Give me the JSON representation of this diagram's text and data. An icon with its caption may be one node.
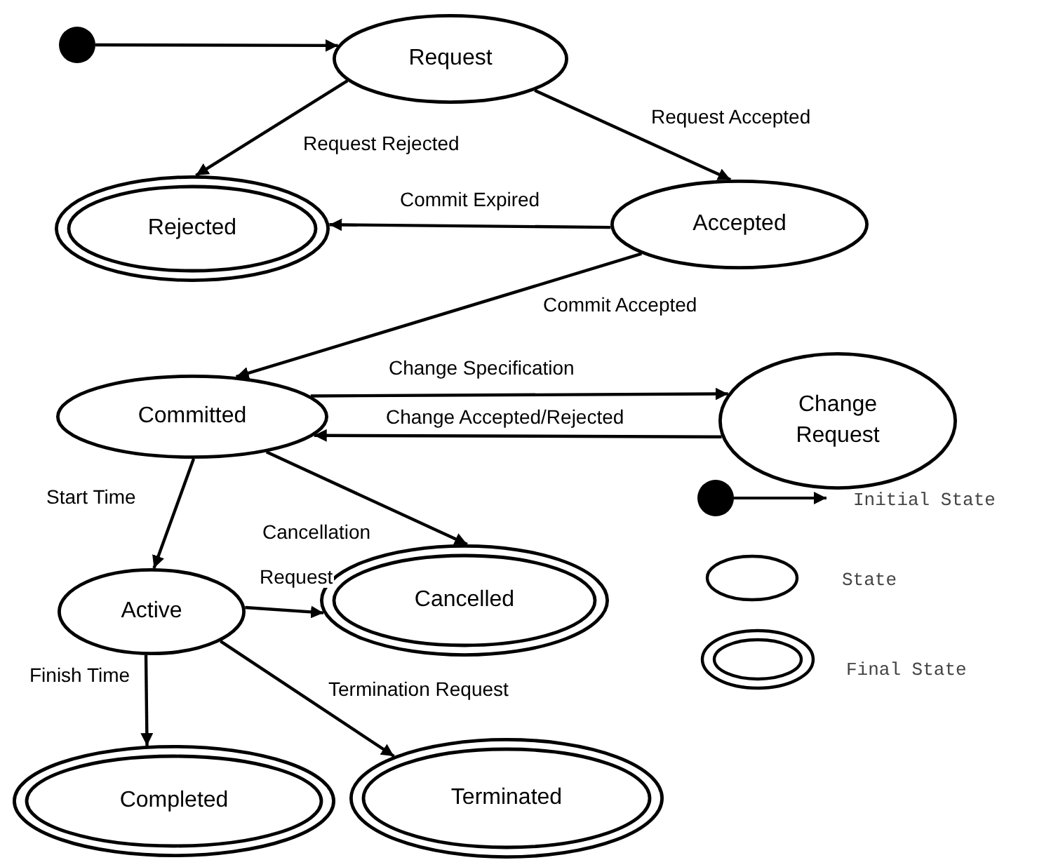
{
  "diagram": {
    "nodes": [
      {
        "text": [],
        "shape": "circle"
      },
      {
        "text": [
          "Request"
        ]
      },
      {
        "text": [
          "Rejected"
        ]
      },
      {
        "text": [
          "Accepted"
        ]
      },
      {
        "text": [
          "Committed"
        ]
      },
      {
        "text": [
          "Change Request"
        ]
      },
      {
        "text": [
          "Active"
        ]
      },
      {
        "text": [
          "Cancelled"
        ]
      },
      {
        "text": [
          "Completed"
        ]
      },
      {
        "text": [
          "Terminated"
        ]
      }
    ],
    "edges": [
      {
        "from": 0,
        "to": 1,
        "arrow": "to"
      },
      {
        "from": 1,
        "to": 2,
        "arrow": "to",
        "label": "Request Rejected"
      },
      {
        "from": 1,
        "to": 3,
        "arrow": "to",
        "label": "Request Accepted"
      },
      {
        "from": 3,
        "to": 2,
        "arrow": "to",
        "label": "Commit Expired"
      },
      {
        "from": 3,
        "to": 4,
        "arrow": "to",
        "label": "Commit Accepted"
      },
      {
        "from": 4,
        "to": 5,
        "arrow": "to",
        "label": "Change Specification"
      },
      {
        "from": 5,
        "to": 4,
        "arrow": "to",
        "label": "Change Accepted/Rejected"
      },
      {
        "from": 4,
        "to": 6,
        "arrow": "to",
        "label": "Start Time"
      },
      {
        "from": 4,
        "to": 7,
        "arrow": "to",
        "label": "Cancellation"
      },
      {
        "from": 6,
        "to": 7,
        "arrow": "to",
        "label": "Request"
      },
      {
        "from": 6,
        "to": 8,
        "arrow": "to",
        "label": "Finish Time"
      },
      {
        "from": 6,
        "to": 9,
        "arrow": "to",
        "label": "Termination Request"
      }
    ],
    "legend": [
      {
        "text": "Initial State"
      },
      {
        "text": "State"
      },
      {
        "text": "Final State"
      }
    ]
  }
}
